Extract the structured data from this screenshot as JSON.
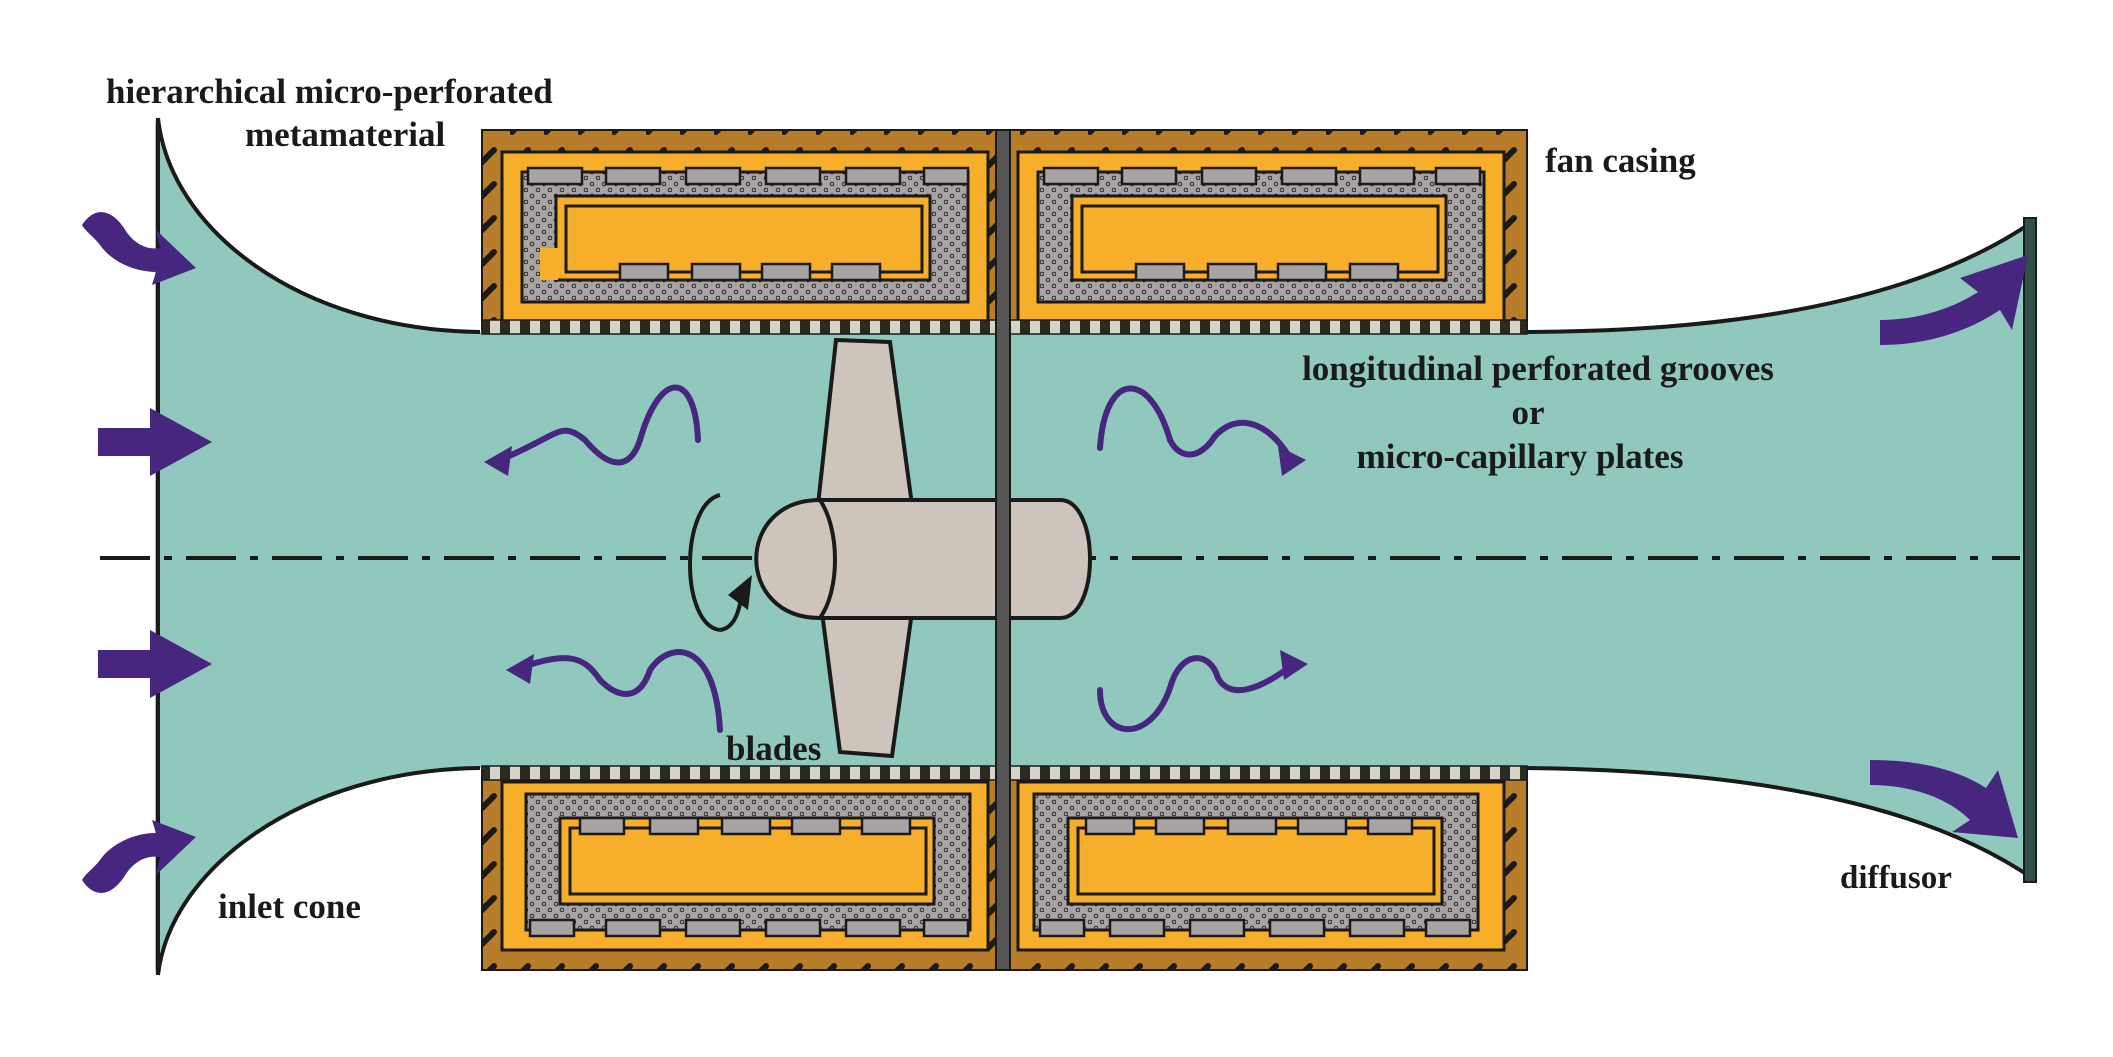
{
  "labels": {
    "metamaterial_line1": "hierarchical micro-perforated",
    "metamaterial_line2": "metamaterial",
    "fan_casing": "fan casing",
    "grooves_line1": "longitudinal perforated grooves",
    "grooves_line2": "or",
    "grooves_line3": "micro-capillary plates",
    "blades": "blades",
    "inlet_cone": "inlet cone",
    "diffusor": "diffusor"
  },
  "colors": {
    "flow": "#90c8bd",
    "casing_outer": "#b87d2a",
    "casing_inner": "#f7ae2b",
    "perforated_layer": "#a8a4a3",
    "hub": "#cdc4bc",
    "arrows": "#46267f",
    "outline": "#1a1a1a",
    "diffusor_rim": "#2f4f48",
    "groove_dark": "#2a2a1e",
    "groove_light": "#d6d3c8"
  },
  "icons": {
    "inflow_arrows": "curved-arrow-icon",
    "sound_waves": "wavy-arrow-icon",
    "rotation": "rotation-arrow-icon"
  }
}
